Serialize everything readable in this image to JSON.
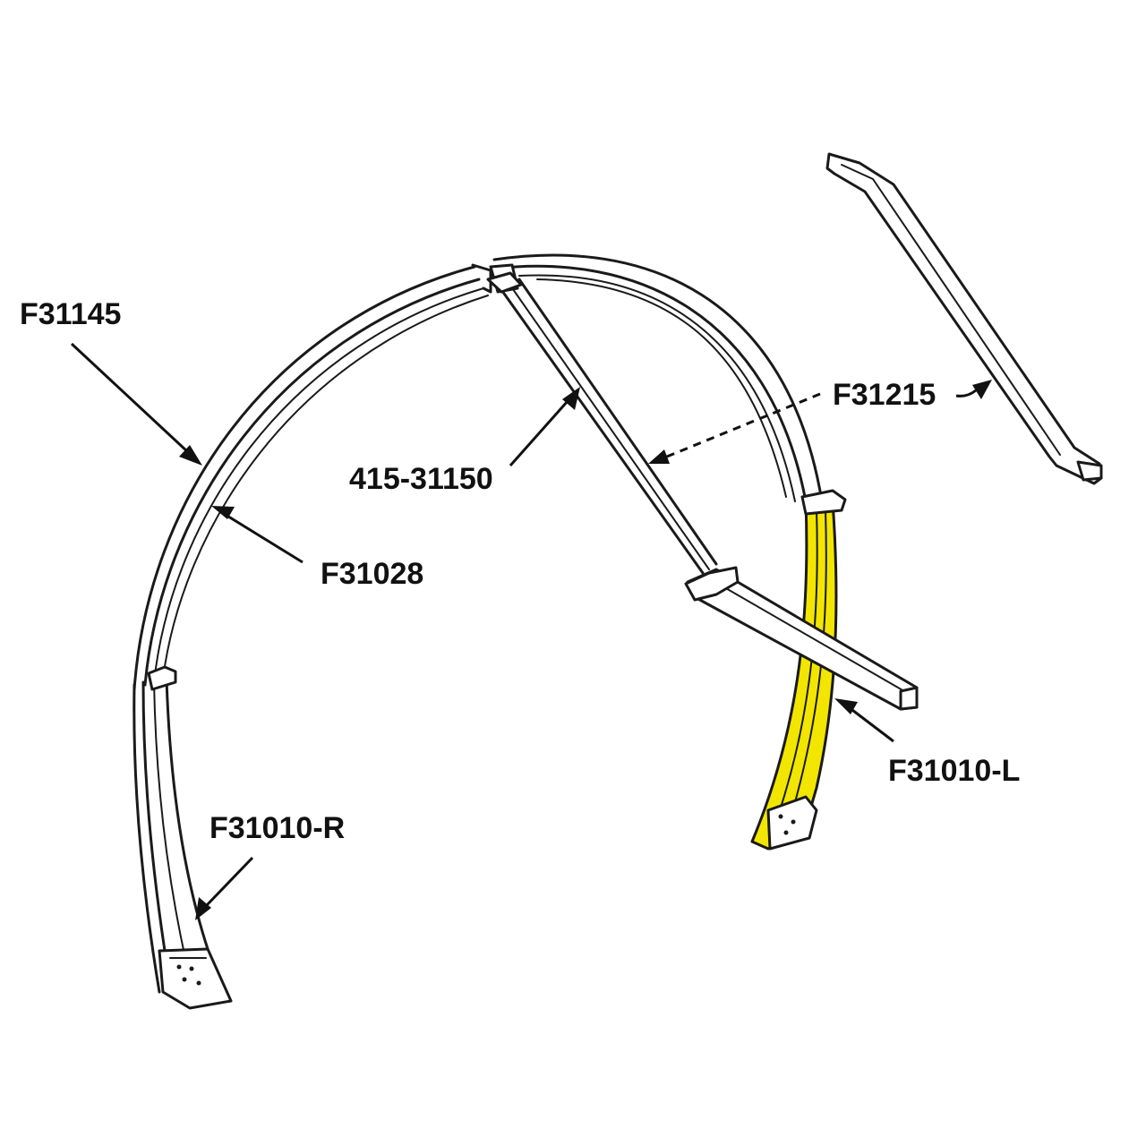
{
  "diagram": {
    "highlight_color": "#f2e600",
    "line_color": "#1a1a1a",
    "background": "#ffffff",
    "highlighted_part": "F31010-L",
    "labels": {
      "f31145": "F31145",
      "f31028": "F31028",
      "p415_31150": "415-31150",
      "f31215": "F31215",
      "f31010_l": "F31010-L",
      "f31010_r": "F31010-R"
    }
  }
}
